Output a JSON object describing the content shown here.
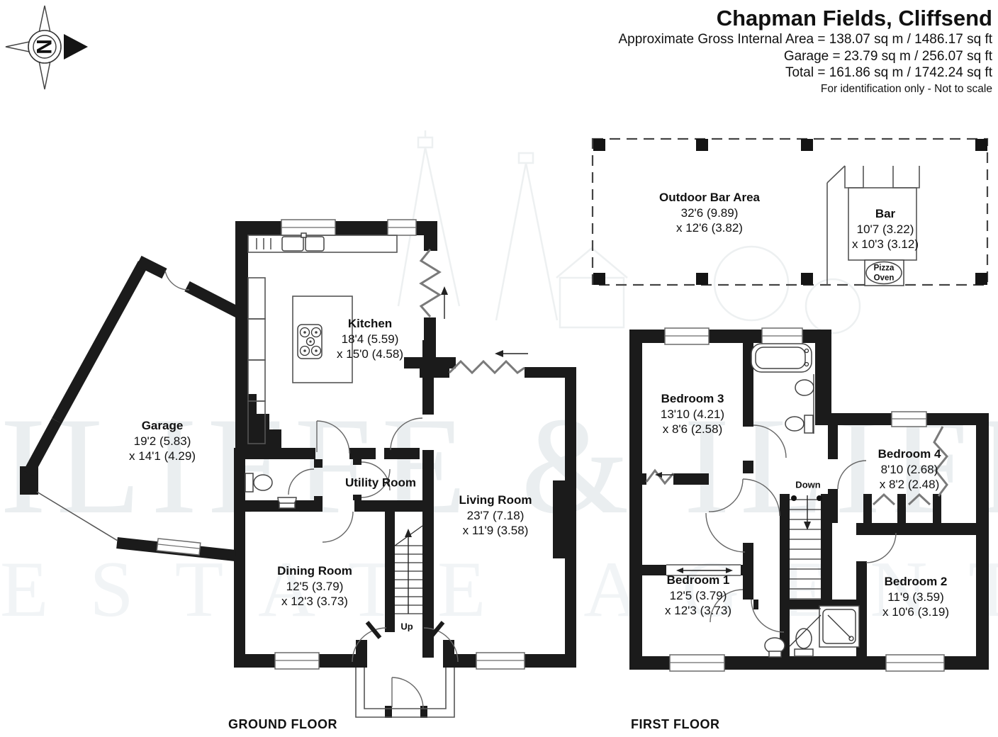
{
  "header": {
    "title": "Chapman Fields, Cliffsend",
    "line1": "Approximate Gross Internal Area = 138.07 sq m / 1486.17 sq ft",
    "line2": "Garage = 23.79 sq m / 256.07 sq ft",
    "line3": "Total = 161.86 sq m / 1742.24 sq ft",
    "line4": "For identification only - Not to scale"
  },
  "compass": {
    "letter": "N"
  },
  "watermark": {
    "line1": "ILIFFE & ILIFFE",
    "line2": "ESTATE AGENTS"
  },
  "colors": {
    "wall": "#1b1b1b",
    "watermark": "#eaeef0"
  },
  "stairs": {
    "up": "Up",
    "down": "Down"
  },
  "outdoor": {
    "bar_area": {
      "name": "Outdoor Bar Area",
      "dim1": "32'6 (9.89)",
      "dim2": "x 12'6 (3.82)"
    },
    "bar": {
      "name": "Bar",
      "dim1": "10'7 (3.22)",
      "dim2": "x 10'3 (3.12)"
    },
    "pizza_oven": {
      "line1": "Pizza",
      "line2": "Oven"
    }
  },
  "floors": {
    "ground": {
      "label": "GROUND FLOOR",
      "rooms": {
        "kitchen": {
          "name": "Kitchen",
          "dim1": "18'4 (5.59)",
          "dim2": "x 15'0 (4.58)"
        },
        "garage": {
          "name": "Garage",
          "dim1": "19'2 (5.83)",
          "dim2": "x 14'1 (4.29)"
        },
        "utility": {
          "name": "Utility Room"
        },
        "dining": {
          "name": "Dining Room",
          "dim1": "12'5 (3.79)",
          "dim2": "x 12'3 (3.73)"
        },
        "living": {
          "name": "Living Room",
          "dim1": "23'7 (7.18)",
          "dim2": "x 11'9 (3.58)"
        }
      }
    },
    "first": {
      "label": "FIRST FLOOR",
      "rooms": {
        "bedroom3": {
          "name": "Bedroom 3",
          "dim1": "13'10 (4.21)",
          "dim2": "x 8'6 (2.58)"
        },
        "bedroom4": {
          "name": "Bedroom 4",
          "dim1": "8'10 (2.68)",
          "dim2": "x 8'2 (2.48)"
        },
        "bedroom1": {
          "name": "Bedroom 1",
          "dim1": "12'5 (3.79)",
          "dim2": "x 12'3 (3.73)"
        },
        "bedroom2": {
          "name": "Bedroom 2",
          "dim1": "11'9 (3.59)",
          "dim2": "x 10'6 (3.19)"
        }
      }
    }
  }
}
